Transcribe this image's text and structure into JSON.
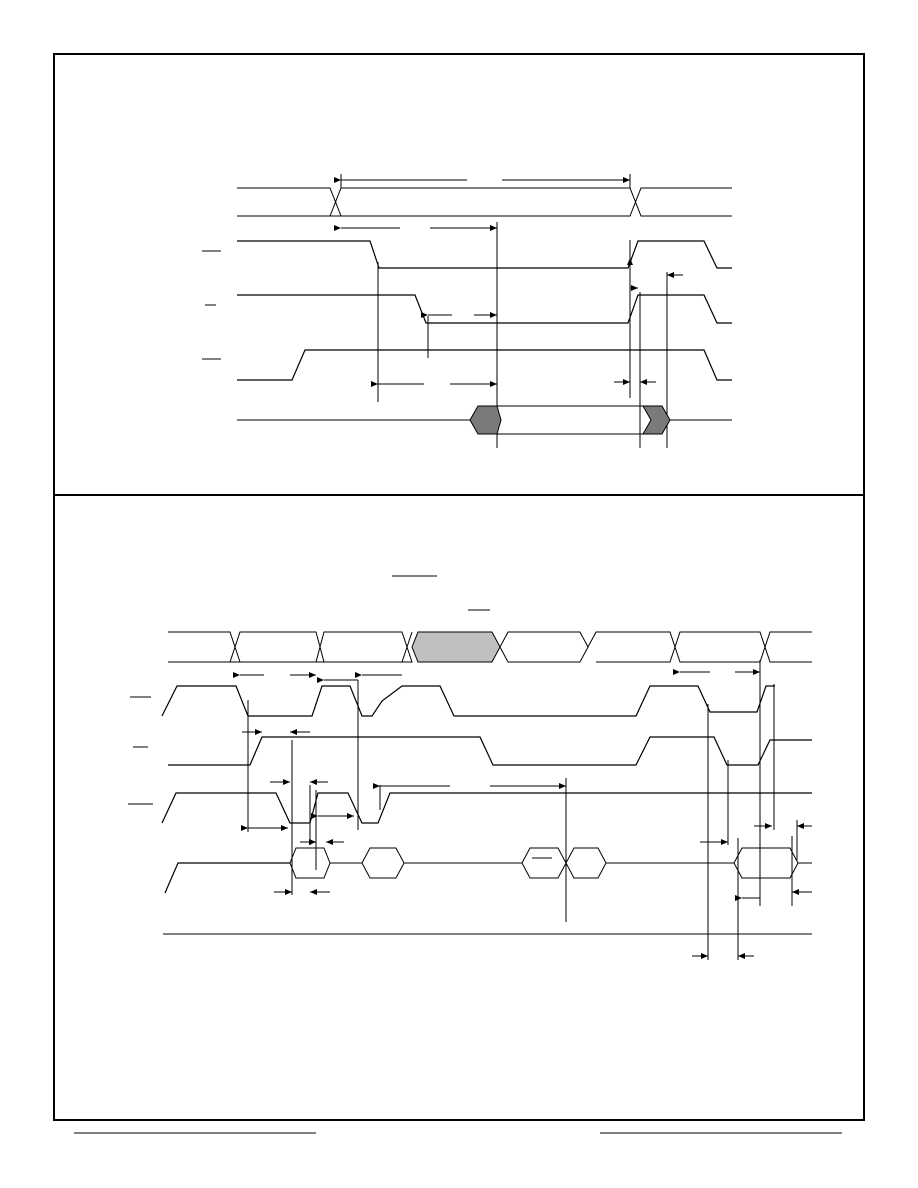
{
  "diagram": {
    "panels": [
      {
        "name": "timing-diagram-1",
        "waveforms": [
          "address-bus",
          "active-low-signal-1",
          "active-low-signal-2",
          "active-low-signal-3",
          "data-bus"
        ]
      },
      {
        "name": "timing-diagram-2",
        "waveforms": [
          "address-bus",
          "active-low-signal-1",
          "active-low-signal-2",
          "active-low-signal-3",
          "data-bus",
          "baseline"
        ]
      }
    ],
    "colors": {
      "line": "#000000",
      "data_valid_dark": "#7a7a7a",
      "data_valid_light": "#c0c0c0",
      "background": "#ffffff"
    }
  }
}
